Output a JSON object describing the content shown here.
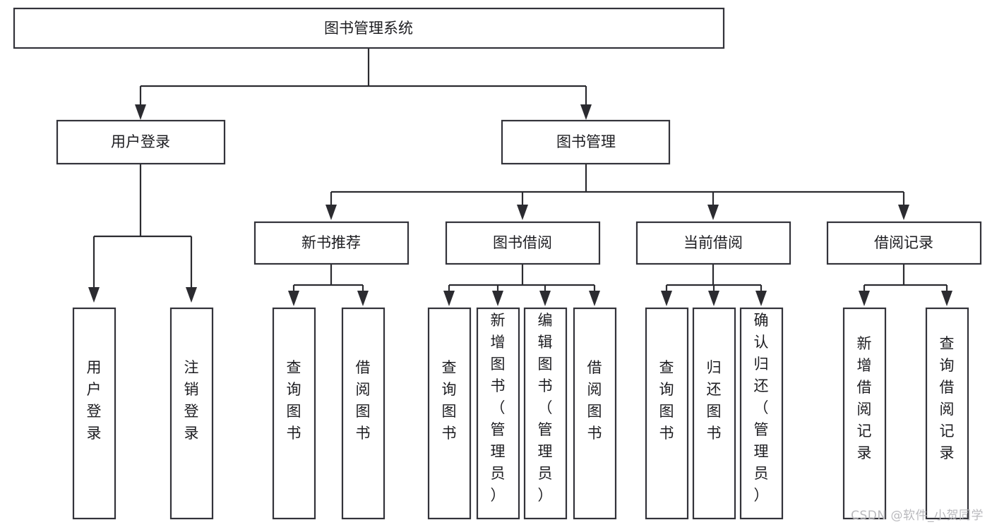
{
  "diagram": {
    "title": "图书管理系统",
    "type": "tree",
    "orientation": "top-down",
    "colors": {
      "box_stroke": "#33333a",
      "box_fill": "#ffffff",
      "connector": "#2b2b30",
      "text": "#1d1d21",
      "background": "#ffffff",
      "watermark": "#b9b9bd"
    },
    "nodes": {
      "root": {
        "label": "图书管理系统",
        "level": 0,
        "orientation": "horizontal"
      },
      "level1": [
        {
          "id": "user-login",
          "label": "用户登录",
          "orientation": "horizontal"
        },
        {
          "id": "book-manage",
          "label": "图书管理",
          "orientation": "horizontal"
        }
      ],
      "level2": [
        {
          "id": "new-book-recommend",
          "label": "新书推荐",
          "parent": "book-manage",
          "orientation": "horizontal"
        },
        {
          "id": "book-borrow",
          "label": "图书借阅",
          "parent": "book-manage",
          "orientation": "horizontal"
        },
        {
          "id": "current-borrow",
          "label": "当前借阅",
          "parent": "book-manage",
          "orientation": "horizontal"
        },
        {
          "id": "borrow-record",
          "label": "借阅记录",
          "parent": "book-manage",
          "orientation": "horizontal"
        }
      ],
      "leaves": [
        {
          "id": "leaf-user-login",
          "label": "用户登录",
          "parent": "user-login",
          "orientation": "vertical"
        },
        {
          "id": "leaf-logout-login",
          "label": "注销登录",
          "parent": "user-login",
          "orientation": "vertical"
        },
        {
          "id": "leaf-query-book-1",
          "label": "查询图书",
          "parent": "new-book-recommend",
          "orientation": "vertical"
        },
        {
          "id": "leaf-borrow-book-1",
          "label": "借阅图书",
          "parent": "new-book-recommend",
          "orientation": "vertical"
        },
        {
          "id": "leaf-query-book-2",
          "label": "查询图书",
          "parent": "book-borrow",
          "orientation": "vertical"
        },
        {
          "id": "leaf-add-book",
          "label": "新增图书（管理员）",
          "parent": "book-borrow",
          "orientation": "vertical"
        },
        {
          "id": "leaf-edit-book",
          "label": "编辑图书（管理员）",
          "parent": "book-borrow",
          "orientation": "vertical"
        },
        {
          "id": "leaf-borrow-book-2",
          "label": "借阅图书",
          "parent": "book-borrow",
          "orientation": "vertical"
        },
        {
          "id": "leaf-query-book-3",
          "label": "查询图书",
          "parent": "current-borrow",
          "orientation": "vertical"
        },
        {
          "id": "leaf-return-book",
          "label": "归还图书",
          "parent": "current-borrow",
          "orientation": "vertical"
        },
        {
          "id": "leaf-confirm-return",
          "label": "确认归还（管理员）",
          "parent": "current-borrow",
          "orientation": "vertical"
        },
        {
          "id": "leaf-add-record",
          "label": "新增借阅记录",
          "parent": "borrow-record",
          "orientation": "vertical"
        },
        {
          "id": "leaf-query-record",
          "label": "查询借阅记录",
          "parent": "borrow-record",
          "orientation": "vertical"
        }
      ]
    },
    "watermark": "CSDN @软件_小贺同学"
  }
}
